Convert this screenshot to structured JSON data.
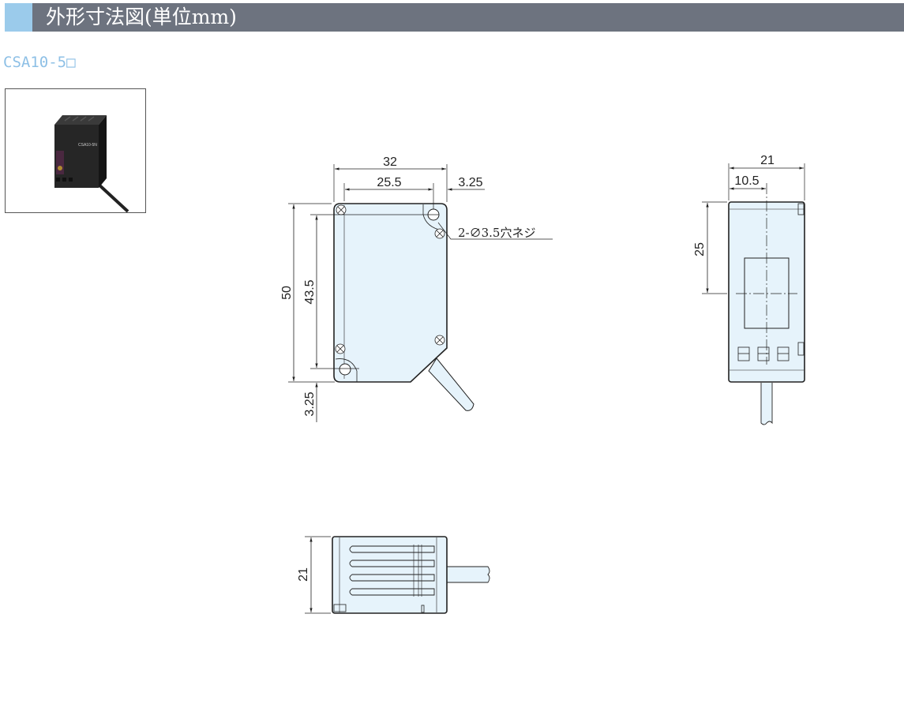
{
  "header": {
    "title": "外形寸法図(単位mm)"
  },
  "model": {
    "name": "CSA10-5□"
  },
  "photo": {
    "label": "CSA10-5N"
  },
  "front_view": {
    "dim_width": "32",
    "dim_hole_pitch_x": "25.5",
    "dim_offset_right": "3.25",
    "dim_height": "50",
    "dim_hole_pitch_y": "43.5",
    "dim_offset_bottom": "3.25",
    "hole_note": "2-∅3.5穴ネジ"
  },
  "side_view": {
    "dim_width": "21",
    "dim_center": "10.5",
    "dim_optical_axis": "25"
  },
  "bottom_view": {
    "dim_height": "21"
  },
  "colors": {
    "header_bg": "#6d737f",
    "accent": "#9bcbeb",
    "body_fill": "#e6f3fb"
  }
}
